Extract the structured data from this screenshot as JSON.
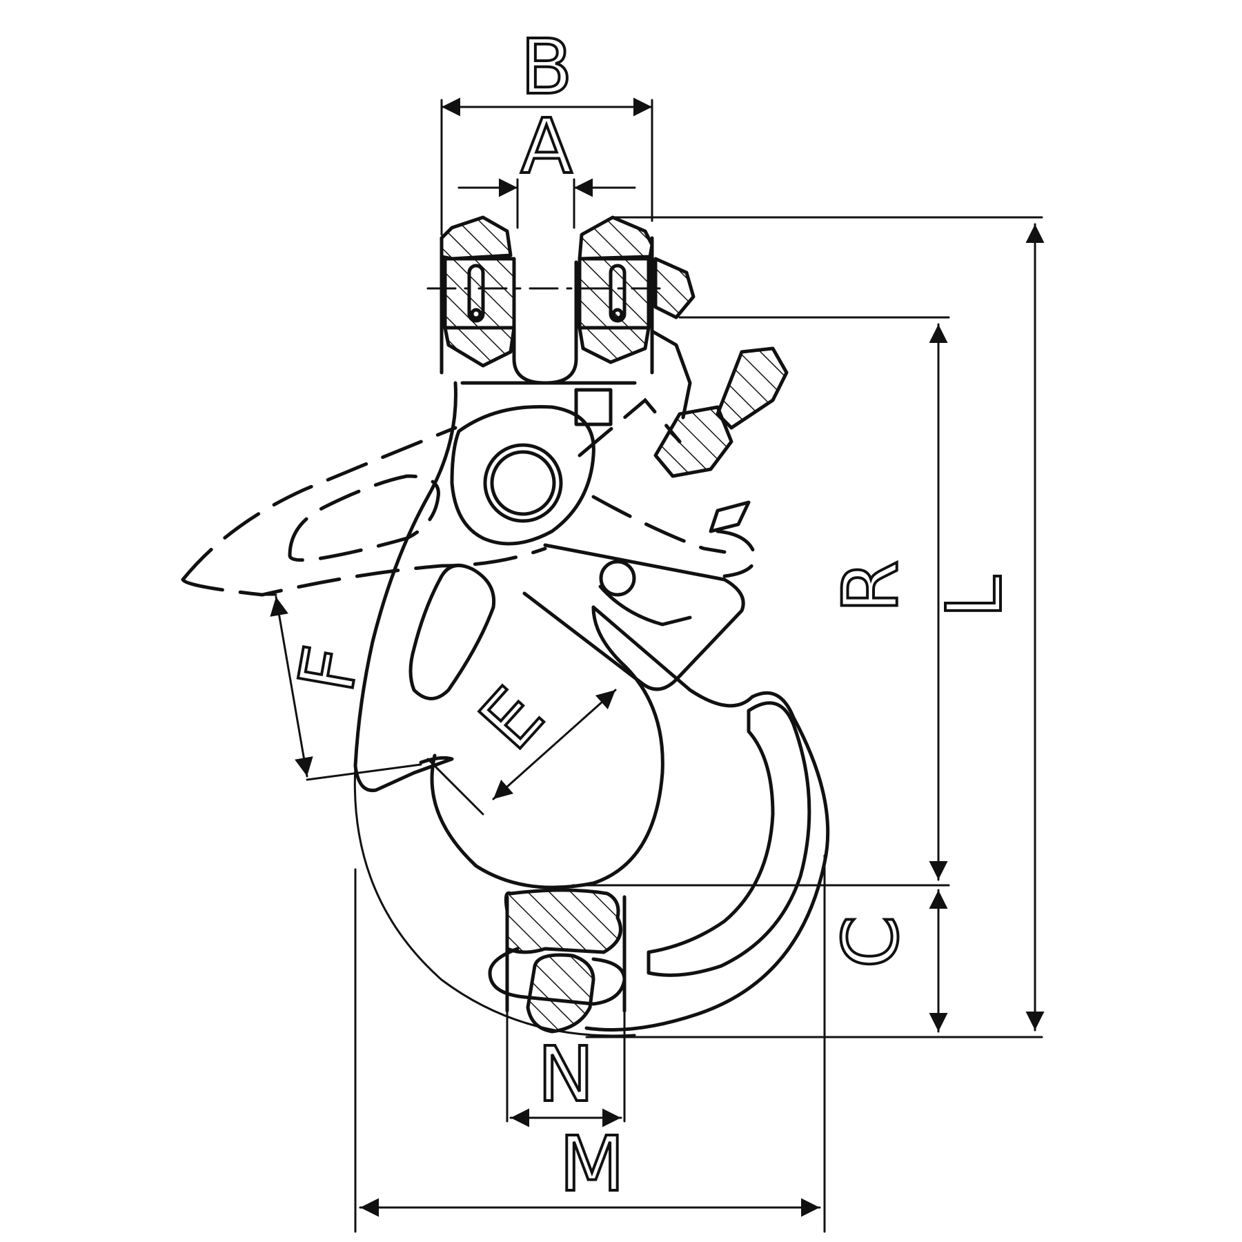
{
  "diagram": {
    "labels": {
      "A": "A",
      "B": "B",
      "C": "C",
      "E": "E",
      "F": "F",
      "L": "L",
      "M": "M",
      "N": "N",
      "R": "R"
    },
    "colors": {
      "stroke": "#111111",
      "background": "#ffffff"
    }
  }
}
